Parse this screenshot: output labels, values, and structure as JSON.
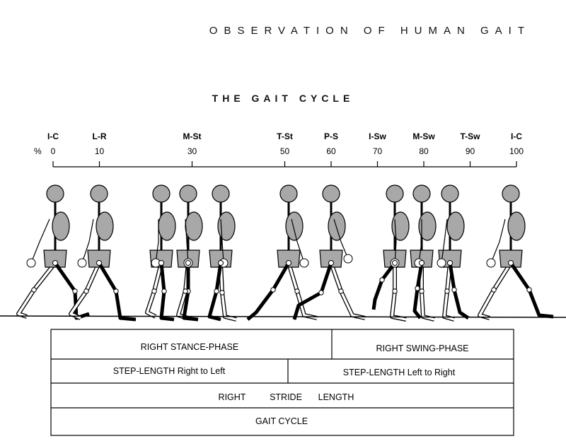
{
  "header": {
    "page_title": "OBSERVATION OF HUMAN GAIT",
    "cycle_title": "THE GAIT CYCLE"
  },
  "scale": {
    "percent_symbol": "%",
    "phases": [
      {
        "label": "I-C",
        "pct": 0
      },
      {
        "label": "L-R",
        "pct": 10
      },
      {
        "label": "M-St",
        "pct": 30
      },
      {
        "label": "T-St",
        "pct": 50
      },
      {
        "label": "P-S",
        "pct": 60
      },
      {
        "label": "I-Sw",
        "pct": 70
      },
      {
        "label": "M-Sw",
        "pct": 80
      },
      {
        "label": "T-Sw",
        "pct": 90
      },
      {
        "label": "I-C",
        "pct": 100
      }
    ]
  },
  "figures": {
    "count": 11,
    "colors": {
      "segment_fill": "#a8a8a8",
      "outline": "#000000",
      "right_leg": "#000000",
      "left_leg": "#ffffff"
    }
  },
  "bars": {
    "row1": {
      "left": "RIGHT STANCE-PHASE",
      "right": "RIGHT SWING-PHASE"
    },
    "row2": {
      "left": "STEP-LENGTH Right to Left",
      "right": "STEP-LENGTH Left to Right"
    },
    "row3": {
      "word1": "RIGHT",
      "word2": "STRIDE",
      "word3": "LENGTH"
    },
    "row4": {
      "label": "GAIT CYCLE"
    }
  }
}
